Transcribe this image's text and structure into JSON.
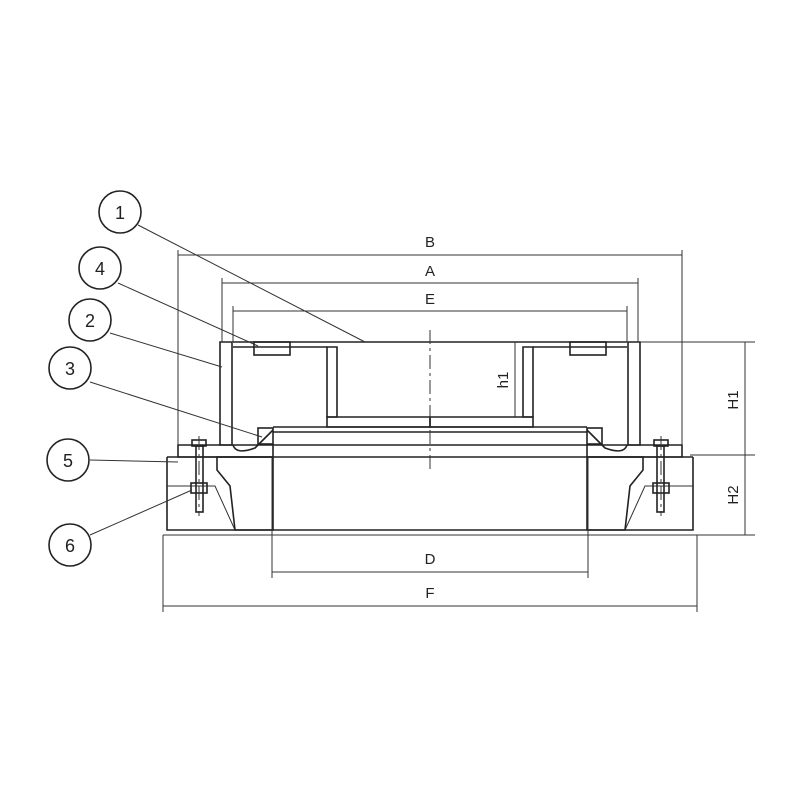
{
  "dimensions": {
    "B": "B",
    "A": "A",
    "E": "E",
    "D": "D",
    "F": "F",
    "H1": "H1",
    "H2": "H2",
    "h1": "h1"
  },
  "balloons": [
    "1",
    "4",
    "2",
    "3",
    "5",
    "6"
  ]
}
